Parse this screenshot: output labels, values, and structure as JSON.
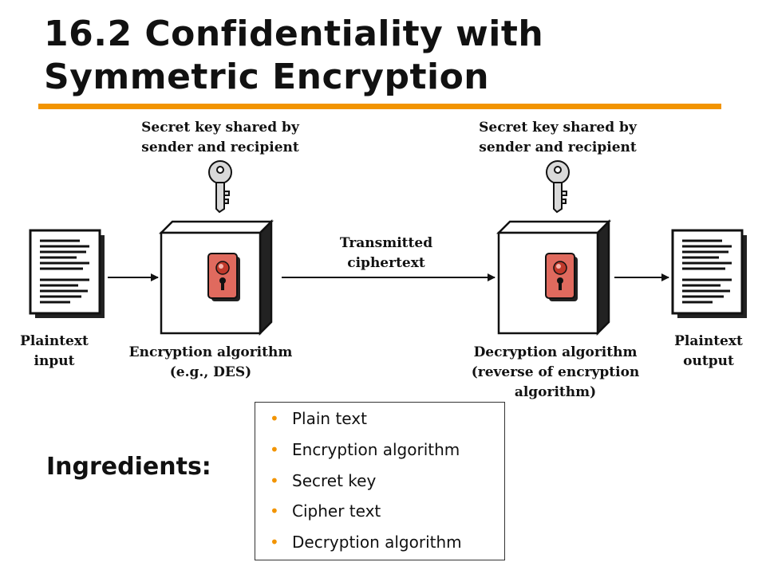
{
  "slide": {
    "title_line1": "16.2 Confidentiality with",
    "title_line2": "Symmetric Encryption",
    "accent_color": "#f29400"
  },
  "diagram": {
    "key_label_left": [
      "Secret key shared by",
      "sender and recipient"
    ],
    "key_label_right": [
      "Secret key shared by",
      "sender and recipient"
    ],
    "plaintext_input": [
      "Plaintext",
      "input"
    ],
    "encryption": [
      "Encryption algorithm",
      "(e.g., DES)"
    ],
    "transmitted": [
      "Transmitted",
      "ciphertext"
    ],
    "decryption": [
      "Decryption algorithm",
      "(reverse of encryption",
      "algorithm)"
    ],
    "plaintext_output": [
      "Plaintext",
      "output"
    ],
    "lock_color": "#e06a5e"
  },
  "ingredients": {
    "label": "Ingredients:",
    "bullet": "•",
    "items": [
      "Plain text",
      "Encryption algorithm",
      "Secret key",
      "Cipher text",
      "Decryption algorithm"
    ]
  }
}
